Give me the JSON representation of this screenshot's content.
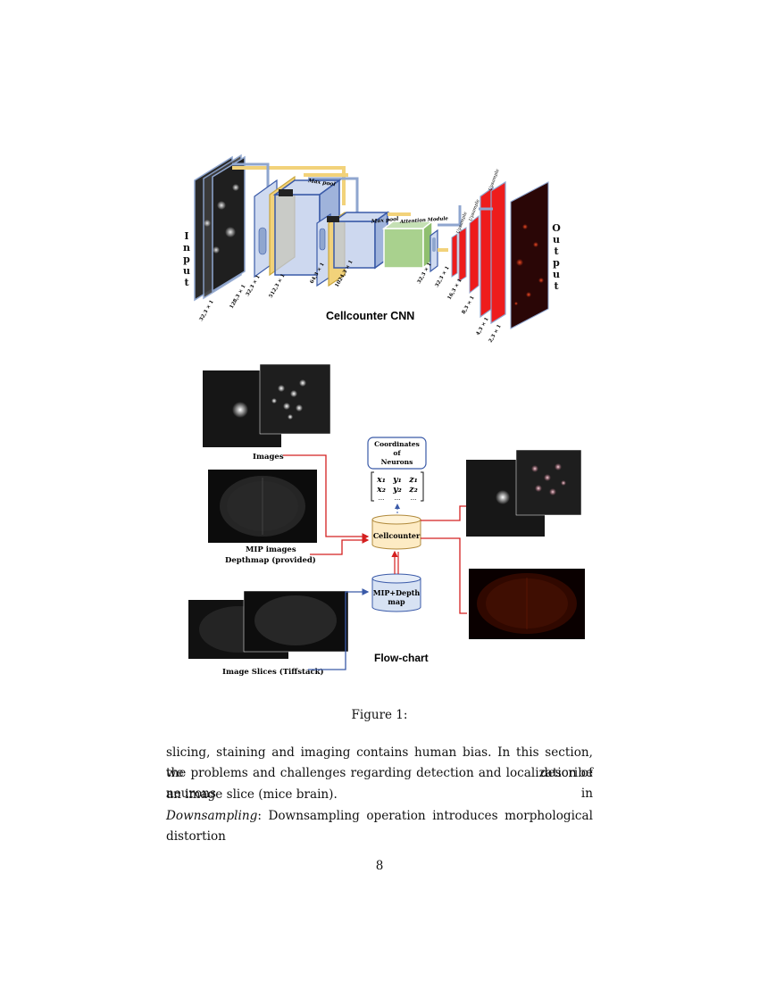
{
  "cnn": {
    "title": "Cellcounter CNN",
    "input_label": "I n p u t",
    "output_label": "O u t p u t",
    "labels": {
      "maxpool1": "Max pool",
      "maxpool2": "Max pool",
      "attention": "Attention Module",
      "upsample1": "Upsample",
      "upsample2": "Upsample",
      "upsample3": "Upsample"
    },
    "dims": [
      "32,3 × 1",
      "128,3 × 1",
      "32,3 × 1",
      "512,3 × 1",
      "64,3 × 1",
      "1024,3 × 1",
      "32,3 × 1",
      "32,3 × 1",
      "16,3 × 1",
      "8,3 × 1",
      "4,3 × 1",
      "2,3 × 1"
    ]
  },
  "flow": {
    "title": "Flow-chart",
    "images_label": "Images",
    "mip_label_1": "MIP images",
    "mip_label_2": "Depthmap (provided)",
    "slices_label": "Image Slices (Tiffstack)",
    "cellcounter": "Cellcounter",
    "mip_depth_1": "MIP+Depth",
    "mip_depth_2": "map",
    "coord_1": "Coordinates",
    "coord_2": "of",
    "coord_3": "Neurons",
    "matrix": {
      "row1": [
        "x₁",
        "y₁",
        "z₁"
      ],
      "row2": [
        "x₂",
        "y₂",
        "z₂"
      ],
      "row3": [
        "...",
        "...",
        "..."
      ]
    }
  },
  "caption": "Figure 1:",
  "paragraph": {
    "line1": "slicing, staining and imaging contains human bias. In this section, we describe",
    "line2": "the problems and challenges regarding detection and localization of neurons in",
    "line3": "an image slice (mice brain).",
    "line4_italic": "Downsampling",
    "line4_rest": ": Downsampling operation introduces morphological distortion"
  },
  "page_number": "8",
  "colors": {
    "arrow_red": "#d42020",
    "arrow_blue": "#3a5aa8",
    "box_blue": "#8fa6cf",
    "yellow": "#f2d27a",
    "green": "#a9d18e",
    "red_layer": "#ee1c1c"
  }
}
